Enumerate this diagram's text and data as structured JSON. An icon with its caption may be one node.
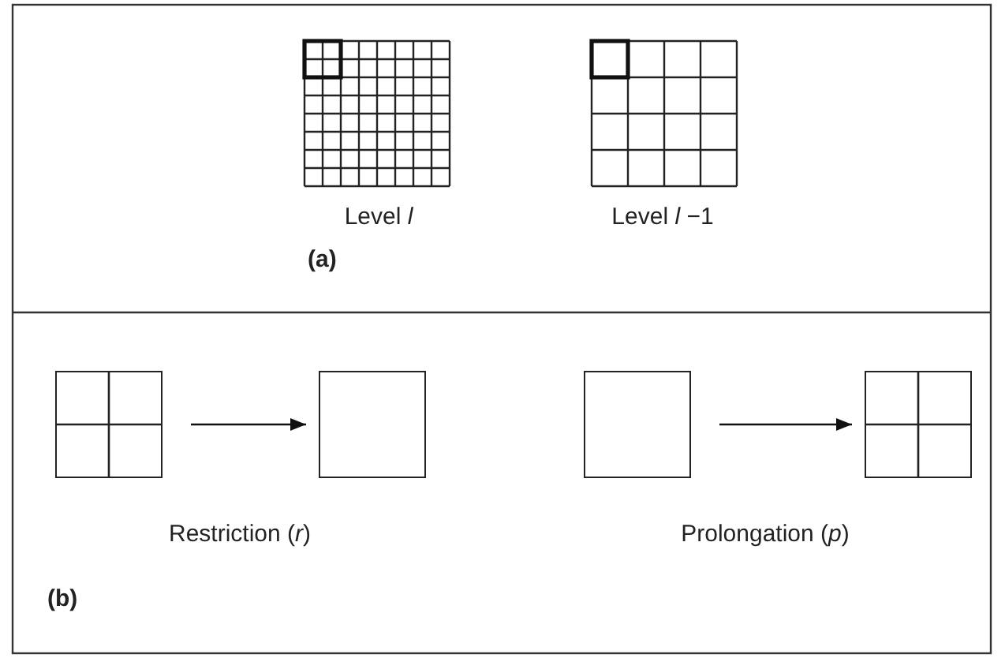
{
  "diagram": {
    "nodes": [
      {
        "text": [],
        "shape": "box"
      },
      {
        "text": [],
        "shape": "box"
      },
      {
        "text": [],
        "shape": "box"
      },
      {
        "text": [],
        "shape": "box"
      }
    ],
    "edges": [
      {
        "from": 0,
        "to": 1,
        "arrow": "to"
      },
      {
        "from": 2,
        "to": 3,
        "arrow": "to"
      }
    ],
    "labels": [
      "Level *l*",
      "Level *l* −1",
      "(a)",
      "Restriction (*r*)",
      "Prolongation (*p*)",
      "(b)"
    ]
  }
}
